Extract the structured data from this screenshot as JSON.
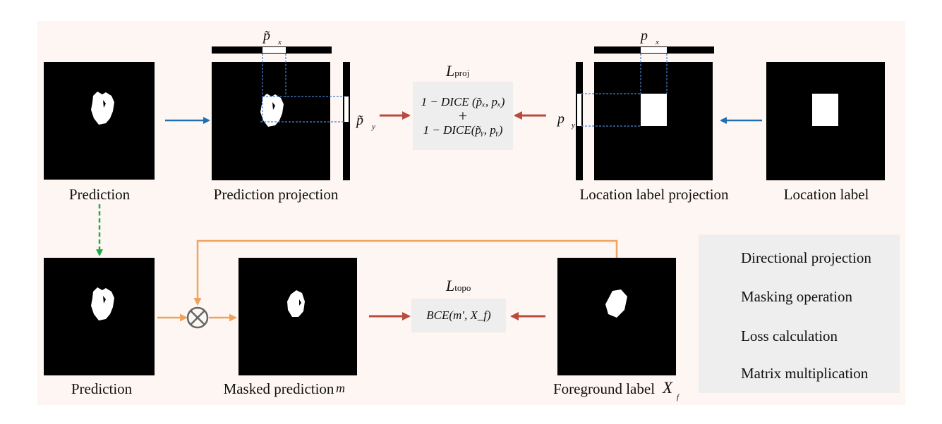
{
  "labels": {
    "prediction_top": "Prediction",
    "prediction_projection": "Prediction projection",
    "location_label_projection": "Location label projection",
    "location_label": "Location label",
    "prediction_bottom": "Prediction",
    "masked_prediction": "Masked prediction",
    "masked_symbol": "m",
    "foreground_label": "Foreground label",
    "foreground_symbol": "X",
    "foreground_sub": "f"
  },
  "symbols": {
    "p_tilde_x": "p̃",
    "p_tilde_x_sub": "x",
    "p_tilde_y": "p̃",
    "p_tilde_y_sub": "y",
    "p_x": "p",
    "p_x_sub": "x",
    "p_y": "p",
    "p_y_sub": "y"
  },
  "losses": {
    "proj_name": "L",
    "proj_sub": "proj",
    "proj_line1": "1 − DICE (p̃ₓ, pₓ)",
    "proj_plus": "+",
    "proj_line2": "1 − DICE(p̃ᵧ, pᵧ)",
    "topo_name": "L",
    "topo_sub": "topo",
    "topo_formula": "BCE(m', X_f)"
  },
  "legend": {
    "items": [
      {
        "label": "Directional projection",
        "color": "#1f6fb5"
      },
      {
        "label": "Masking operation",
        "color": "#f0a35e"
      },
      {
        "label": "Loss calculation",
        "color": "#b94a3e"
      },
      {
        "label": "Matrix multiplication",
        "icon": "circled-times-icon"
      }
    ]
  },
  "colors": {
    "blue": "#1f6fb5",
    "orange": "#f0a35e",
    "red": "#b94a3e",
    "green": "#22a845",
    "dashed_box": "#4a7fd0"
  }
}
